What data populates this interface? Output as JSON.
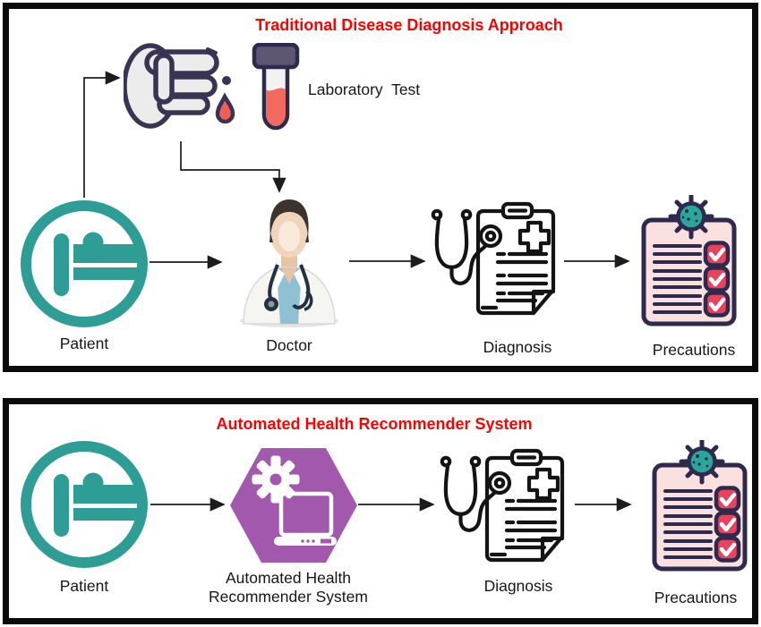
{
  "figure": {
    "top_panel": {
      "title": "Traditional Disease Diagnosis Approach",
      "labels": {
        "patient": "Patient",
        "laboratory_test": "Laboratory  Test",
        "doctor": "Doctor",
        "diagnosis": "Diagnosis",
        "precautions": "Precautions"
      }
    },
    "bottom_panel": {
      "title": "Automated Health Recommender System",
      "labels": {
        "patient": "Patient",
        "recommender_line1": "Automated Health",
        "recommender_line2": "Recommender System",
        "diagnosis": "Diagnosis",
        "precautions": "Precautions"
      }
    },
    "colors": {
      "title_red": "#fe0000",
      "patient_teal": "#2d9d96",
      "hexagon_purple": "#a258ac",
      "outline_navy": "#2e2a4e",
      "paper_pink": "#fae0de",
      "checkbox_red": "#e8435c",
      "virus_teal": "#2aa79b",
      "blood_coral": "#ee6057",
      "tube_liquid": "#f2695e",
      "tube_cap": "#5e5672",
      "arrow_black": "#1c1c1c"
    }
  }
}
